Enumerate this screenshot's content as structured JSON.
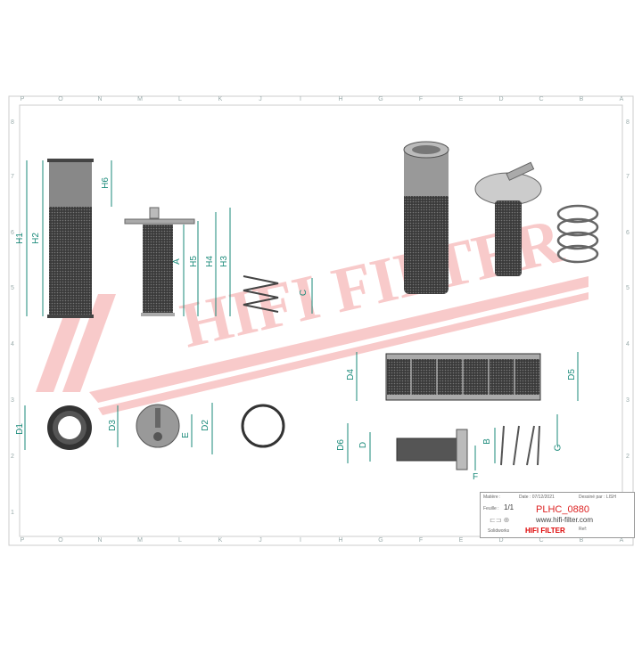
{
  "drawing": {
    "watermark": "HIFI FILTER",
    "accent_color": "#1a8a7a",
    "watermark_color": "#f5b5b5"
  },
  "grid": {
    "columns": [
      "P",
      "O",
      "N",
      "M",
      "L",
      "K",
      "J",
      "I",
      "H",
      "G",
      "F",
      "E",
      "D",
      "C",
      "B",
      "A"
    ],
    "rows": [
      "8",
      "7",
      "6",
      "5",
      "4",
      "3",
      "2",
      "1"
    ]
  },
  "dimensions": {
    "main_filter": [
      "H1",
      "H2",
      "H6"
    ],
    "inner_element": [
      "A",
      "H5",
      "H4",
      "H3"
    ],
    "spring_side": [
      "C"
    ],
    "end_views": [
      "D1",
      "D3",
      "E",
      "D2"
    ],
    "section_view": [
      "D4",
      "D5"
    ],
    "inner_side": [
      "D6",
      "D",
      "F"
    ],
    "spring_section": [
      "B",
      "G"
    ]
  },
  "title_block": {
    "matiere_label": "Matière :",
    "date_label": "Date : 07/12/2021",
    "dessine_label": "Dessiné par : LISH",
    "feuille_label": "Feuille :",
    "feuille_value": "1/1",
    "part_code": "PLHC_0880",
    "website": "www.hifi-filter.com",
    "software": "Solidworks",
    "brand": "HIFI FILTER",
    "ref_label": "Ref:"
  }
}
